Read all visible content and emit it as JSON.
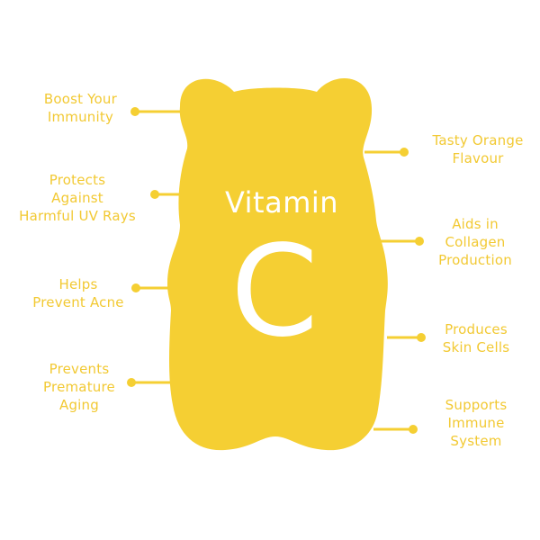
{
  "diagram": {
    "title": "Vitamin",
    "letter": "C",
    "colors": {
      "primary": "#f5cf33",
      "text_on_primary": "#ffffff",
      "label": "#f2c933",
      "background": "#ffffff"
    }
  },
  "benefits_left": [
    {
      "lines": [
        "Boost Your",
        "Immunity"
      ]
    },
    {
      "lines": [
        "Protects",
        "Against",
        "Harmful UV Rays"
      ]
    },
    {
      "lines": [
        "Helps",
        "Prevent Acne"
      ]
    },
    {
      "lines": [
        "Prevents",
        "Premature",
        "Aging"
      ]
    }
  ],
  "benefits_right": [
    {
      "lines": [
        "Tasty Orange",
        "Flavour"
      ]
    },
    {
      "lines": [
        "Aids in",
        "Collagen",
        "Production"
      ]
    },
    {
      "lines": [
        "Produces",
        "Skin Cells"
      ]
    },
    {
      "lines": [
        "Supports",
        "Immune",
        "System"
      ]
    }
  ]
}
